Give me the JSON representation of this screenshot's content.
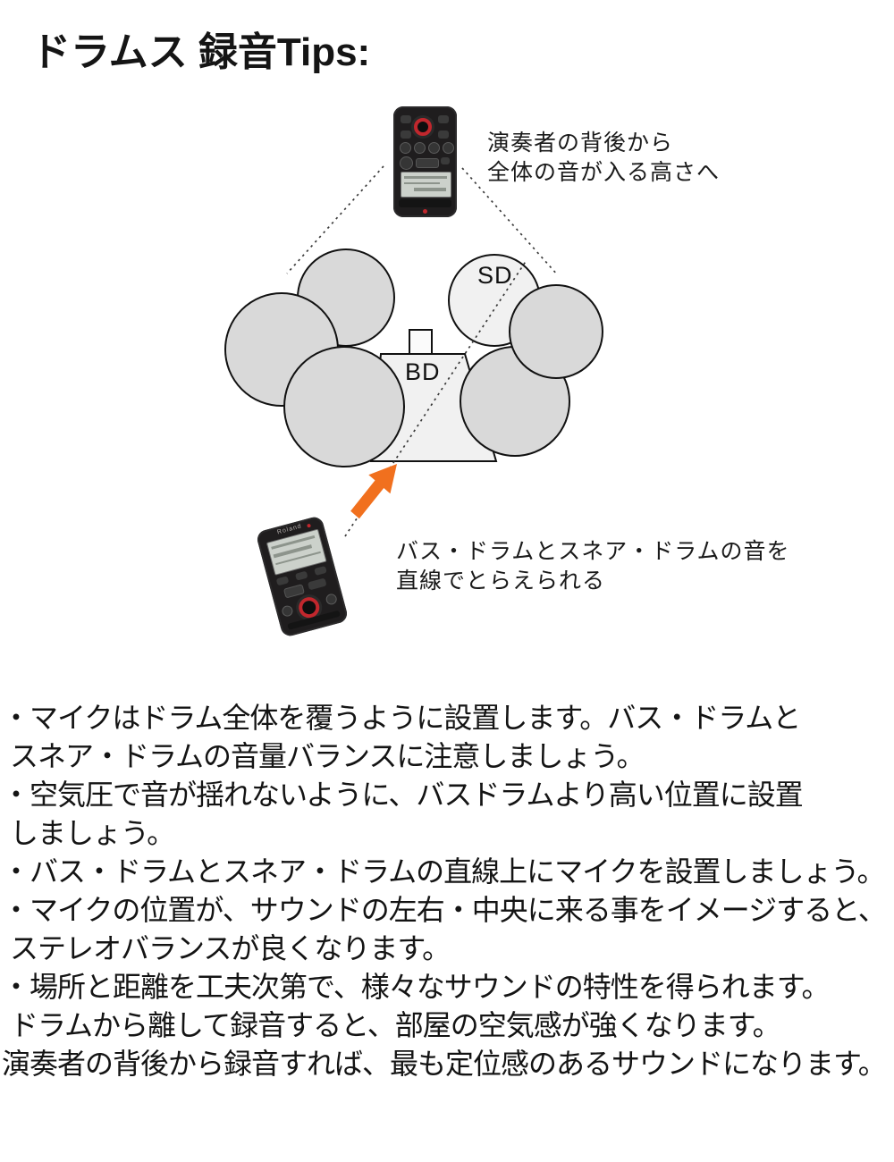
{
  "title": "ドラムス 録音Tips:",
  "diagram": {
    "top_annotation": {
      "line1": "演奏者の背後から",
      "line2": "全体の音が入る高さへ"
    },
    "bottom_annotation": {
      "line1": "バス・ドラムとスネア・ドラムの音を",
      "line2": "直線でとらえられる"
    },
    "labels": {
      "snare": "SD",
      "bass": "BD"
    },
    "recorder_brand": "Roland"
  },
  "tips": {
    "lines": [
      "・マイクはドラム全体を覆うように設置します。バス・ドラムと",
      "スネア・ドラムの音量バランスに注意しましょう。",
      "・空気圧で音が揺れないように、バスドラムより高い位置に設置",
      "しましょう。",
      "・バス・ドラムとスネア・ドラムの直線上にマイクを設置しましょう。",
      "・マイクの位置が、サウンドの左右・中央に来る事をイメージすると、",
      "ステレオバランスが良くなります。",
      "・場所と距離を工夫次第で、様々なサウンドの特性を得られます。",
      "ドラムから離して録音すると、部屋の空気感が強くなります。",
      "演奏者の背後から録音すれば、最も定位感のあるサウンドになります。"
    ]
  },
  "colors": {
    "arrow": "#f1701e",
    "outline": "#111111",
    "drum_fill": "#d9d9d9",
    "drum_fill_light": "#f1f1f1",
    "neck_fill": "#fbfbfb",
    "dotted_line": "#3a3a3a"
  }
}
